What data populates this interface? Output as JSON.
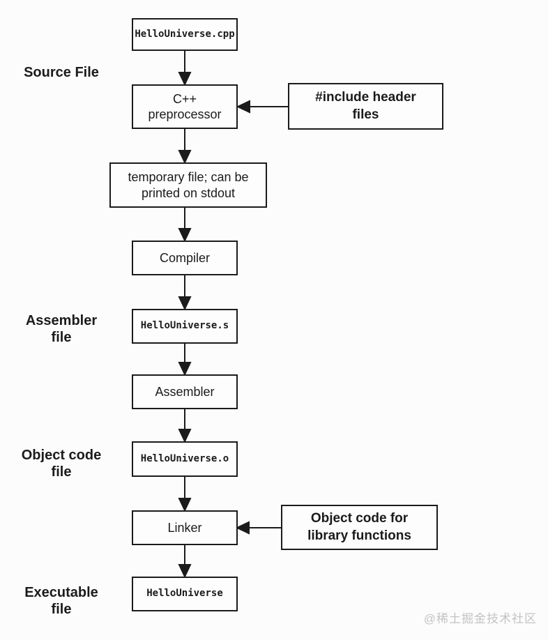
{
  "nodes": {
    "cpp_file": {
      "label": "HelloUniverse.cpp"
    },
    "preprocessor": {
      "line1": "C++",
      "line2": "preprocessor"
    },
    "temp_file": {
      "line1": "temporary file; can be",
      "line2": "printed on stdout"
    },
    "compiler": {
      "label": "Compiler"
    },
    "asm_file": {
      "label": "HelloUniverse.s"
    },
    "assembler": {
      "label": "Assembler"
    },
    "obj_file": {
      "label": "HelloUniverse.o"
    },
    "linker": {
      "label": "Linker"
    },
    "executable": {
      "label": "HelloUniverse"
    },
    "include_headers": {
      "line1": "#include header",
      "line2": "files"
    },
    "object_lib": {
      "line1": "Object code for",
      "line2": "library functions"
    }
  },
  "stage_labels": {
    "source_file": "Source File",
    "assembler_file": {
      "line1": "Assembler",
      "line2": "file"
    },
    "object_code_file": {
      "line1": "Object code",
      "line2": "file"
    },
    "executable_file": {
      "line1": "Executable",
      "line2": "file"
    }
  },
  "watermark": "@稀土掘金技术社区",
  "colors": {
    "stroke": "#1b1b1b",
    "background": "#fcfcfc",
    "watermark": "#c3c3c3"
  }
}
